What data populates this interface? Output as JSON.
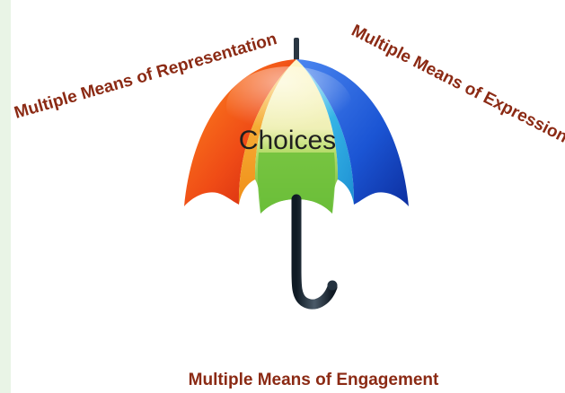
{
  "diagram": {
    "center_label": "Choices",
    "labels": {
      "representation": "Multiple Means of  Representation",
      "expression": "Multiple Means of Expression",
      "engagement": "Multiple Means of Engagement"
    }
  },
  "colors": {
    "label_text": "#8b2a14",
    "panel_red": "#e23a12",
    "panel_orange": "#f39a1c",
    "panel_yellow": "#e9e36a",
    "panel_green": "#6cbf3a",
    "panel_cyan": "#39b7e6",
    "panel_blue": "#1f5fd6",
    "handle": "#24323f"
  }
}
